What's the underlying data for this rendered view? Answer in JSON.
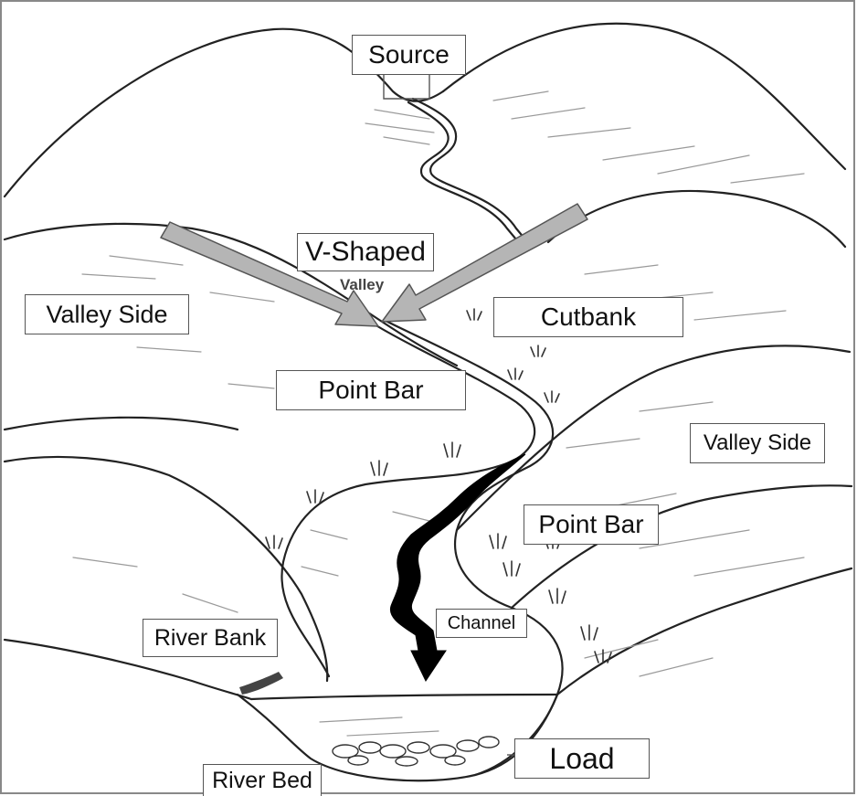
{
  "labels": {
    "source": "Source",
    "v_shaped": "V-Shaped",
    "valley_small": "Valley",
    "valley_side_left": "Valley Side",
    "cutbank": "Cutbank",
    "point_bar_upper": "Point Bar",
    "valley_side_right": "Valley Side",
    "point_bar_lower": "Point Bar",
    "channel": "Channel",
    "river_bank": "River Bank",
    "load": "Load",
    "river_bed": "River Bed"
  },
  "colors": {
    "line": "#222222",
    "arrow_fill": "#b5b5b5",
    "arrow_stroke": "#555555",
    "flow_arrow": "#000000",
    "shading": "#9a9a9a"
  }
}
